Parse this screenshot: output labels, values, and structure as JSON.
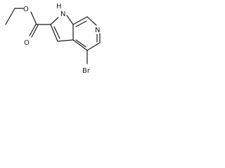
{
  "molecule": {
    "atoms": {
      "ester_oxygen": "O",
      "carbonyl_oxygen": "O",
      "pyrrole_nitrogen": "N",
      "pyrrole_hydrogen": "H",
      "pyridine_nitrogen": "N",
      "bromine": "Br"
    },
    "colors": {
      "bond": "#1a1a1a",
      "label": "#1a1a1a",
      "background": "#ffffff"
    }
  }
}
